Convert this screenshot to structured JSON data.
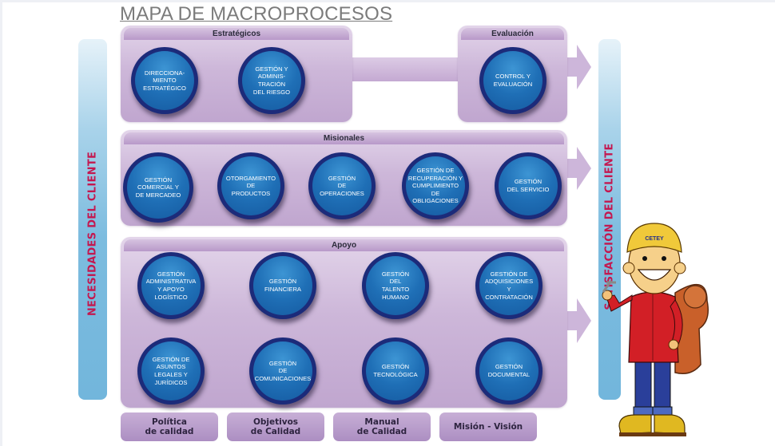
{
  "title": "MAPA DE MACROPROCESOS",
  "left_bar": {
    "label": "NECESIDADES DEL CLIENTE"
  },
  "right_bar": {
    "label": "SATISFACCIÓN DEL CLIENTE"
  },
  "colors": {
    "panel": "#c8b0d6",
    "circle_ring": "#1c2b7a",
    "circle_fill": "#1f6fb6",
    "bar_text": "#c4174f",
    "side_bar": "#7dbcdf"
  },
  "groups": {
    "estrategicos": {
      "label": "Estratégicos",
      "processes": [
        {
          "label": "DIRECCIONA-\nMIENTO\nESTRATÉGICO"
        },
        {
          "label": "GESTIÓN Y\nADMINIS-\nTRACIÓN\nDEL RIESGO"
        }
      ]
    },
    "evaluacion": {
      "label": "Evaluación",
      "processes": [
        {
          "label": "CONTROL Y\nEVALUACIÓN"
        }
      ]
    },
    "misionales": {
      "label": "Misionales",
      "processes": [
        {
          "label": "GESTIÓN\nCOMERCIAL Y\nDE MERCADEO"
        },
        {
          "label": "OTORGAMIENTO\nDE\nPRODUCTOS"
        },
        {
          "label": "GESTIÓN\nDE\nOPERACIONES"
        },
        {
          "label": "GESTIÓN DE\nRECUPERACIÓN Y\nCUMPLIMIENTO DE\nOBLIGACIONES"
        },
        {
          "label": "GESTIÓN\nDEL SERVICIO"
        }
      ]
    },
    "apoyo": {
      "label": "Apoyo",
      "processes": [
        {
          "label": "GESTIÓN\nADMINISTRATIVA\nY APOYO\nLOGÍSTICO"
        },
        {
          "label": "GESTIÓN\nFINANCIERA"
        },
        {
          "label": "GESTIÓN\nDEL\nTALENTO\nHUMANO"
        },
        {
          "label": "GESTIÓN DE\nADQUISICIONES\nY\nCONTRATACIÓN"
        },
        {
          "label": "GESTIÓN DE\nASUNTOS\nLEGALES Y\nJURÍDICOS"
        },
        {
          "label": "GESTIÓN\nDE\nCOMUNICACIONES"
        },
        {
          "label": "GESTIÓN\nTECNOLÓGICA"
        },
        {
          "label": "GESTIÓN\nDOCUMENTAL"
        }
      ]
    }
  },
  "documents": [
    {
      "label": "Política\nde calidad"
    },
    {
      "label": "Objetivos\nde Calidad"
    },
    {
      "label": "Manual\nde Calidad"
    },
    {
      "label": "Misión - Visión"
    }
  ],
  "mascot": {
    "helmet_text": "CETEY"
  }
}
